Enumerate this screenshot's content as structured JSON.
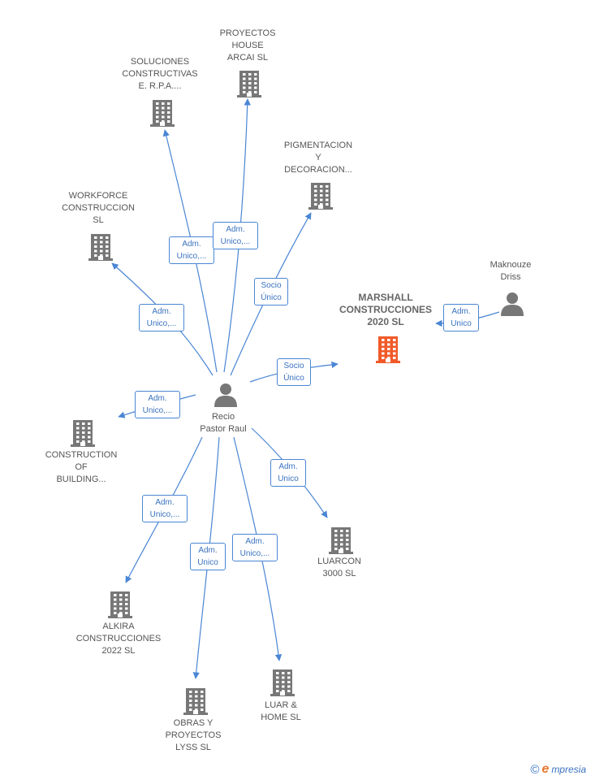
{
  "colors": {
    "edge": "#4a86d4",
    "node": "#777777",
    "focal": "#f05a28"
  },
  "nodes": {
    "recio": {
      "label": "Recio\nPastor Raul",
      "type": "person"
    },
    "maknouze": {
      "label": "Maknouze\nDriss",
      "type": "person"
    },
    "marshall": {
      "label": "MARSHALL\nCONSTRUCCIONES\n2020  SL",
      "type": "company",
      "focal": true
    },
    "proyectos": {
      "label": "PROYECTOS\nHOUSE\nARCAI SL",
      "type": "company"
    },
    "soluciones": {
      "label": "SOLUCIONES\nCONSTRUCTIVAS\nE. R.P.A....",
      "type": "company"
    },
    "pigmentacion": {
      "label": "PIGMENTACION\nY\nDECORACION...",
      "type": "company"
    },
    "workforce": {
      "label": "WORKFORCE\nCONSTRUCCION\nSL",
      "type": "company"
    },
    "construction": {
      "label": "CONSTRUCTION\nOF\nBUILDING...",
      "type": "company"
    },
    "luarcon": {
      "label": "LUARCON\n3000  SL",
      "type": "company"
    },
    "alkira": {
      "label": "ALKIRA\nCONSTRUCCIONES\n2022  SL",
      "type": "company"
    },
    "obras": {
      "label": "OBRAS Y\nPROYECTOS\nLYSS SL",
      "type": "company"
    },
    "luar": {
      "label": "LUAR &\nHOME  SL",
      "type": "company"
    }
  },
  "edges": {
    "soluciones": "Adm.\nUnico,...",
    "proyectos": "Adm.\nUnico,...",
    "pigmentacion": "Socio\nÚnico",
    "workforce": "Adm.\nUnico,...",
    "marshall_recio": "Socio\nÚnico",
    "marshall_maknouze": "Adm.\nUnico",
    "construction": "Adm.\nUnico,...",
    "luarcon": "Adm.\nUnico",
    "alkira": "Adm.\nUnico,...",
    "obras": "Adm.\nUnico",
    "luar": "Adm.\nUnico,..."
  },
  "footer": {
    "copyright": "©",
    "brand_initial": "e",
    "brand_rest": "mpresia"
  }
}
